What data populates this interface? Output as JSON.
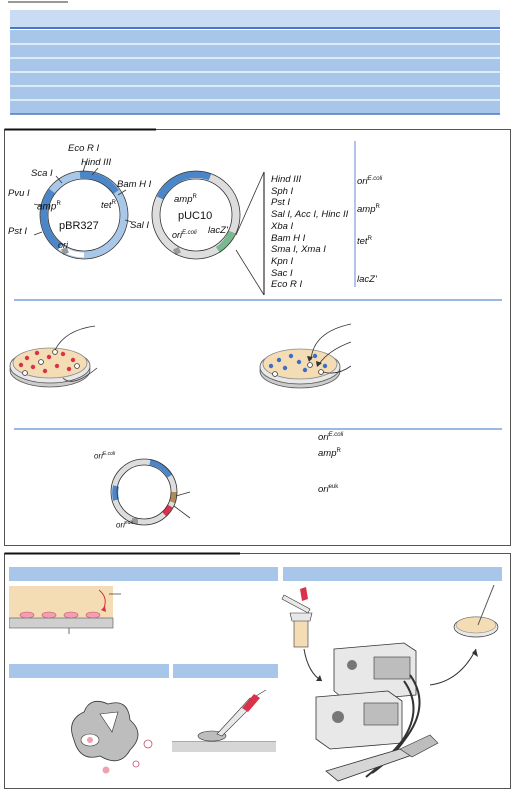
{
  "colors": {
    "blue_dark": "#4a78c2",
    "blue_light": "#a8c6ea",
    "blue_mid": "#c9dcf3",
    "plasmid_blue": "#4a86c8",
    "plasmid_light": "#a9c7e8",
    "green": "#7ab98f",
    "agar": "#f4dcb4",
    "red_colony": "#d9324a",
    "blue_colony": "#3a6fc4",
    "skin": "#f4d8b6",
    "pink": "#f0a0b0"
  },
  "icons": [
    "plasmid-diagram",
    "petri-dish",
    "cell-culture",
    "micro-needle",
    "electroporator",
    "eppendorf-tube",
    "agar-plate"
  ],
  "pbr": {
    "name": "pBR327",
    "sites": [
      "Eco R I",
      "Hind III",
      "Bam H I",
      "Sal I",
      "Pst I",
      "Pvu I",
      "Sca I"
    ],
    "amp": "amp",
    "amp_sup": "R",
    "tet": "tet",
    "tet_sup": "R",
    "ori": "ori"
  },
  "puc": {
    "name": "pUC10",
    "amp": "amp",
    "amp_sup": "R",
    "ori": "ori",
    "ori_sup": "E.coli",
    "lacz": "lacZ'"
  },
  "mcs_sites": [
    "Hind III",
    "Sph I",
    "Pst I",
    "Sal I, Acc I, Hinc II",
    "Xba I",
    "Bam H I",
    "Sma I, Xma I",
    "Kpn I",
    "Sac I",
    "Eco R I"
  ],
  "legend": {
    "ori": "ori",
    "ori_sup": "E.coli",
    "amp": "amp",
    "amp_sup": "R",
    "tet": "tet",
    "tet_sup": "R",
    "lacz": "lacZ'"
  },
  "shuttle": {
    "ori_top": "ori",
    "ori_top_sup": "E.coli",
    "ori_bottom": "ori",
    "ori_bottom_sup": "euk",
    "legend_ori": "ori",
    "legend_ori_sup": "E.coli",
    "legend_amp": "amp",
    "legend_amp_sup": "R",
    "legend_ori2": "ori",
    "legend_ori2_sup": "euk"
  }
}
